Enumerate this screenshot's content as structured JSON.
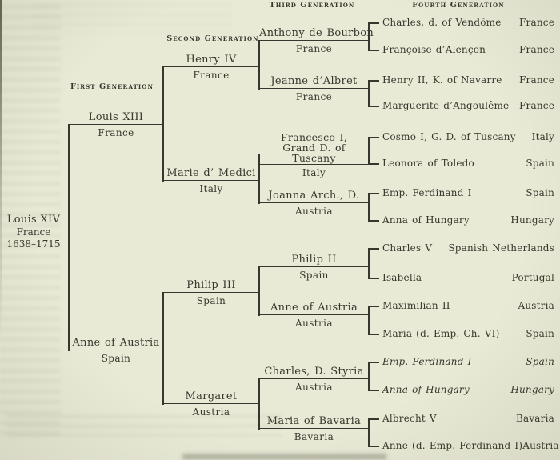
{
  "meta": {
    "background_color": "#e9ead6",
    "ink_color": "#39372d",
    "description": "Genealogical ancestry chart of Louis XIV across four generations (scanned book diagram)"
  },
  "headers": {
    "gen1": "First Generation",
    "gen2": "Second Generation",
    "gen3": "Third Generation",
    "gen4": "Fourth Generation"
  },
  "subject": {
    "name": "Louis XIV",
    "country": "France",
    "dates": "1638–1715"
  },
  "gen1": [
    {
      "name": "Louis XIII",
      "country": "France"
    },
    {
      "name": "Anne of Austria",
      "country": "Spain"
    }
  ],
  "gen2": [
    {
      "name": "Henry IV",
      "country": "France"
    },
    {
      "name": "Marie d’ Medici",
      "country": "Italy"
    },
    {
      "name": "Philip III",
      "country": "Spain"
    },
    {
      "name": "Margaret",
      "country": "Austria"
    }
  ],
  "gen3": [
    {
      "name": "Anthony de Bourbon",
      "country": "France"
    },
    {
      "name": "Jeanne d’Albret",
      "country": "France"
    },
    {
      "name": "Francesco I, Grand D. of Tuscany",
      "country": "Italy"
    },
    {
      "name": "Joanna Arch., D.",
      "country": "Austria"
    },
    {
      "name": "Philip II",
      "country": "Spain"
    },
    {
      "name": "Anne of Austria",
      "country": "Austria"
    },
    {
      "name": "Charles, D. Styria",
      "country": "Austria"
    },
    {
      "name": "Maria of Bavaria",
      "country": "Bavaria"
    }
  ],
  "gen4": [
    {
      "name": "Charles, d. of Vendôme",
      "country": "France",
      "italic": false
    },
    {
      "name": "Françoise d’Alençon",
      "country": "France",
      "italic": false
    },
    {
      "name": "Henry II, K. of Navarre",
      "country": "France",
      "italic": false
    },
    {
      "name": "Marguerite d’Angoulême",
      "country": "France",
      "italic": false
    },
    {
      "name": "Cosmo I, G. D. of Tuscany",
      "country": "Italy",
      "italic": false
    },
    {
      "name": "Leonora of Toledo",
      "country": "Spain",
      "italic": false
    },
    {
      "name": "Emp. Ferdinand I",
      "country": "Spain",
      "italic": false
    },
    {
      "name": "Anna of Hungary",
      "country": "Hungary",
      "italic": false
    },
    {
      "name": "Charles V",
      "country": "Spanish Netherlands",
      "italic": false
    },
    {
      "name": "Isabella",
      "country": "Portugal",
      "italic": false
    },
    {
      "name": "Maximilian II",
      "country": "Austria",
      "italic": false
    },
    {
      "name": "Maria (d. Emp. Ch. VI)",
      "country": "Spain",
      "italic": false
    },
    {
      "name": "Emp. Ferdinand I",
      "country": "Spain",
      "italic": true
    },
    {
      "name": "Anna of Hungary",
      "country": "Hungary",
      "italic": true
    },
    {
      "name": "Albrecht V",
      "country": "Bavaria",
      "italic": false
    },
    {
      "name": "Anne (d. Emp. Ferdinand I)",
      "country": "Austria",
      "italic": false
    }
  ]
}
